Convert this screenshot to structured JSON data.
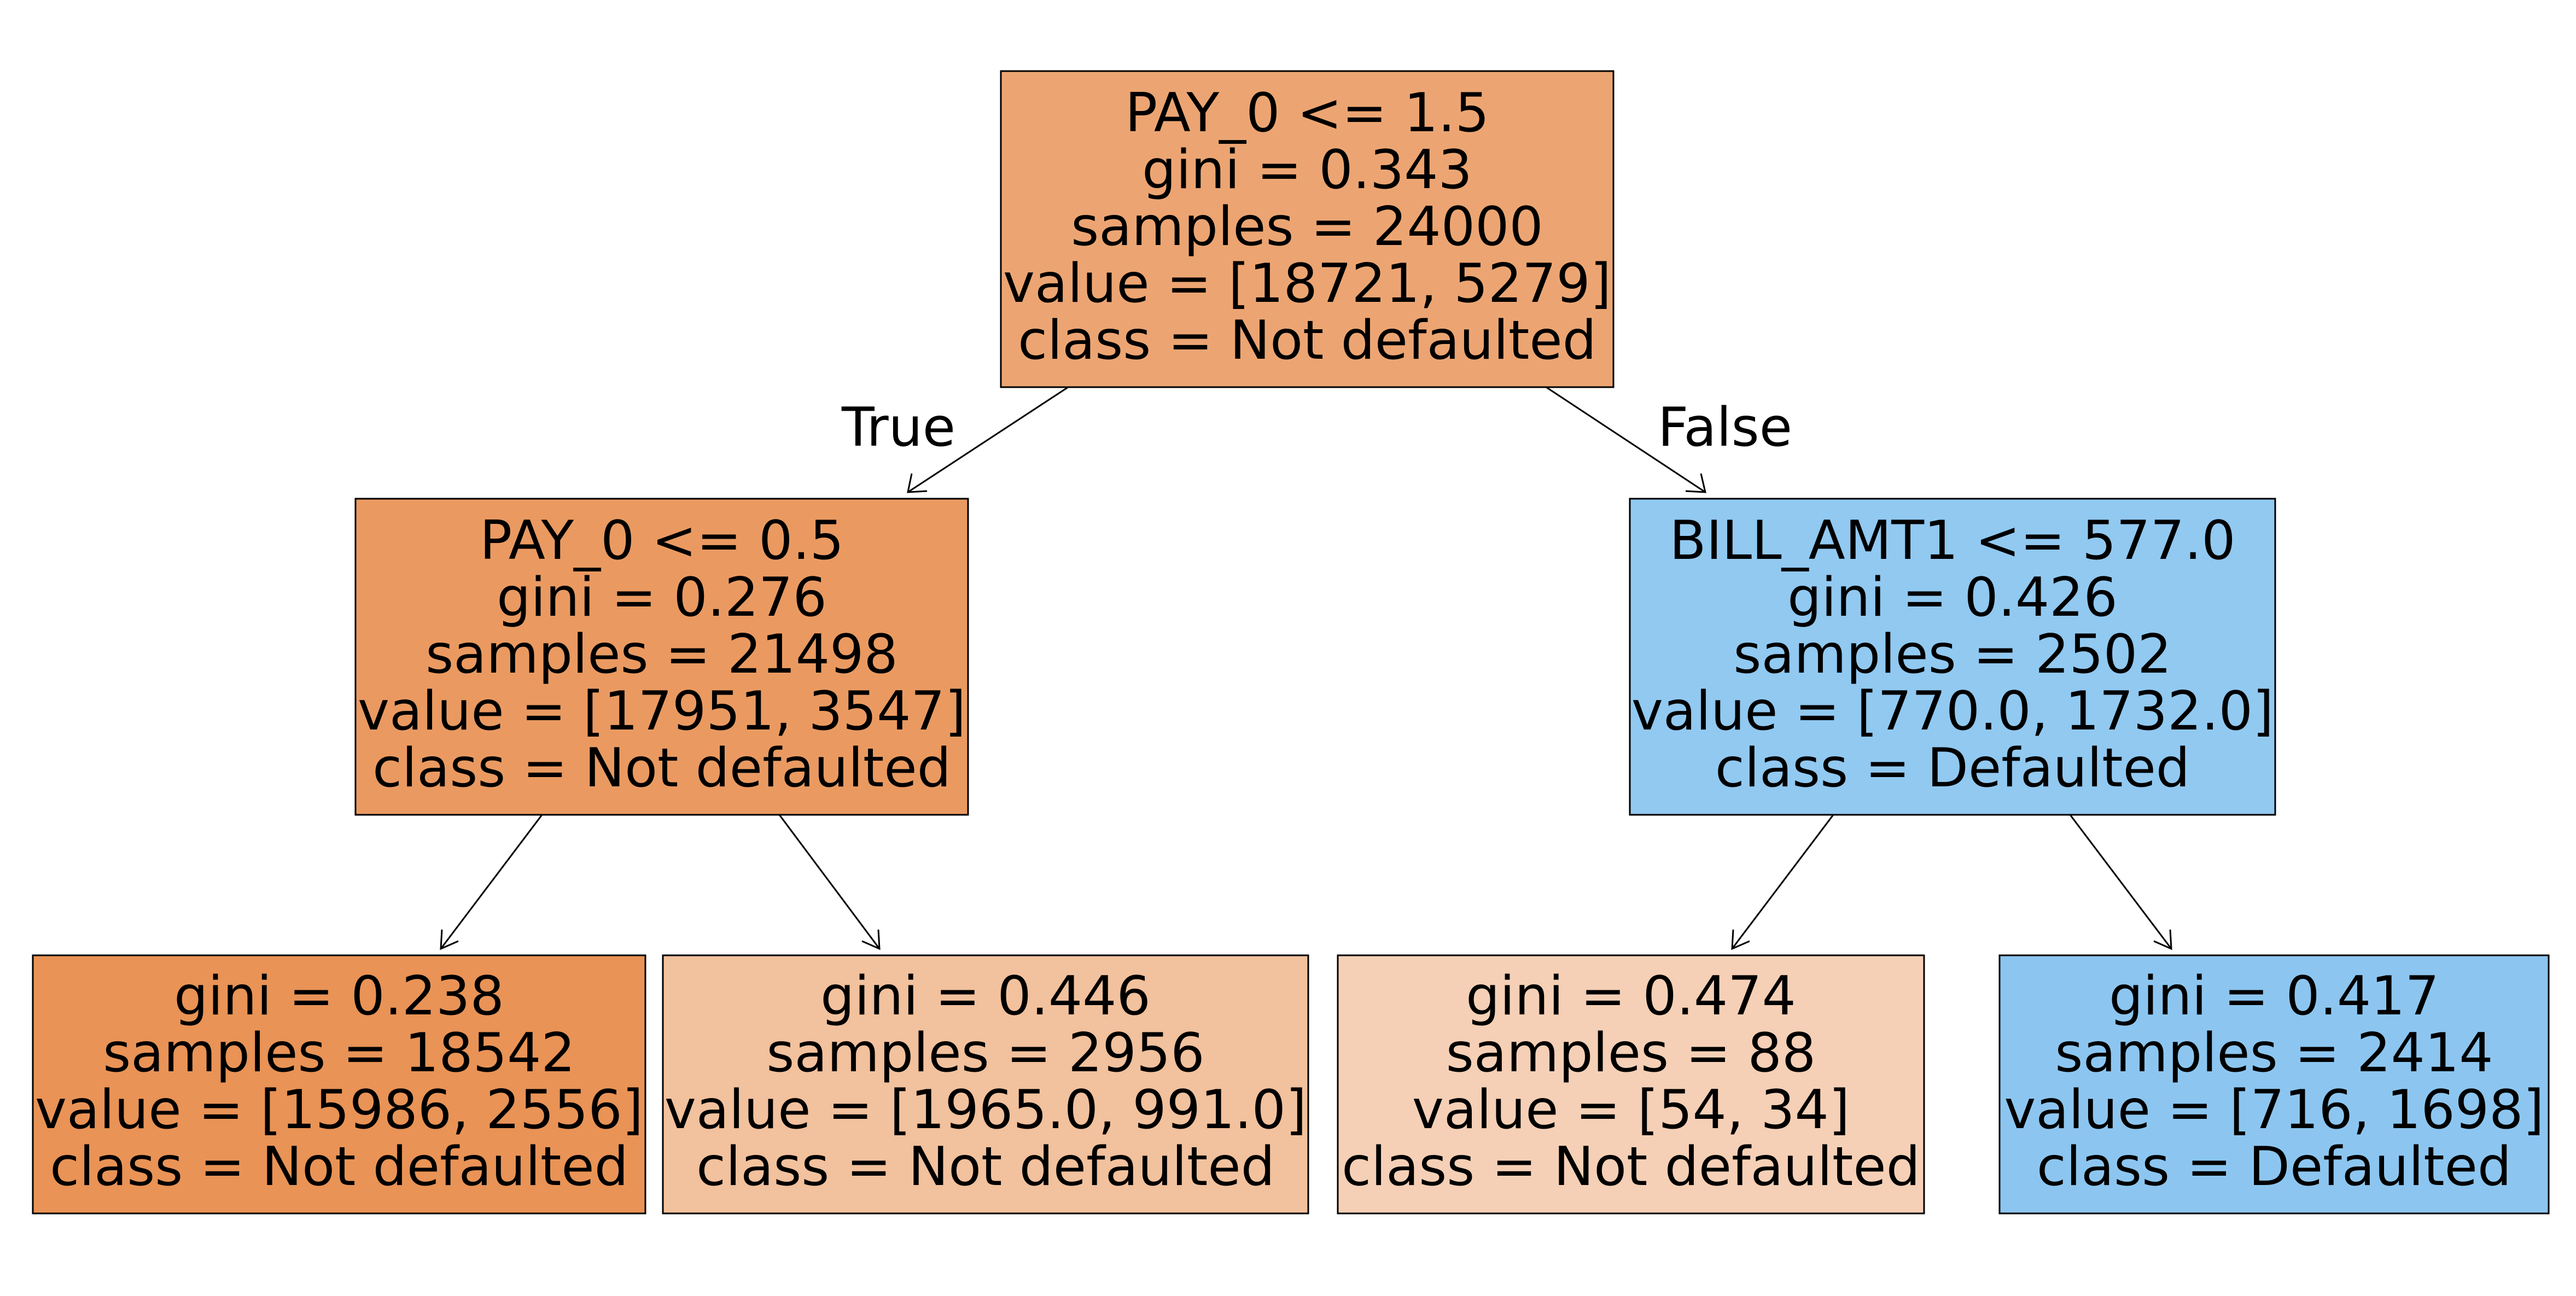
{
  "tree": {
    "nodes": [
      {
        "id": "root",
        "lines": [
          "PAY_0 <= 1.5",
          "gini = 0.343",
          "samples = 24000",
          "value = [18721, 5279]",
          "class = Not defaulted"
        ],
        "fill": "#eca572"
      },
      {
        "id": "left",
        "lines": [
          "PAY_0 <= 0.5",
          "gini = 0.276",
          "samples = 21498",
          "value = [17951, 3547]",
          "class = Not defaulted"
        ],
        "fill": "#ea9a61"
      },
      {
        "id": "right",
        "lines": [
          "BILL_AMT1 <= 577.0",
          "gini = 0.426",
          "samples = 2502",
          "value = [770.0, 1732.0]",
          "class = Defaulted"
        ],
        "fill": "#91c9f1"
      },
      {
        "id": "leaf1",
        "lines": [
          "gini = 0.238",
          "samples = 18542",
          "value = [15986, 2556]",
          "class = Not defaulted"
        ],
        "fill": "#e99356"
      },
      {
        "id": "leaf2",
        "lines": [
          "gini = 0.446",
          "samples = 2956",
          "value = [1965.0, 991.0]",
          "class = Not defaulted"
        ],
        "fill": "#f2c19d"
      },
      {
        "id": "leaf3",
        "lines": [
          "gini = 0.474",
          "samples = 88",
          "value = [54, 34]",
          "class = Not defaulted"
        ],
        "fill": "#f5d0b6"
      },
      {
        "id": "leaf4",
        "lines": [
          "gini = 0.417",
          "samples = 2414",
          "value = [716, 1698]",
          "class = Defaulted"
        ],
        "fill": "#8cc6f0"
      }
    ],
    "edge_labels": {
      "true": "True",
      "false": "False"
    }
  }
}
